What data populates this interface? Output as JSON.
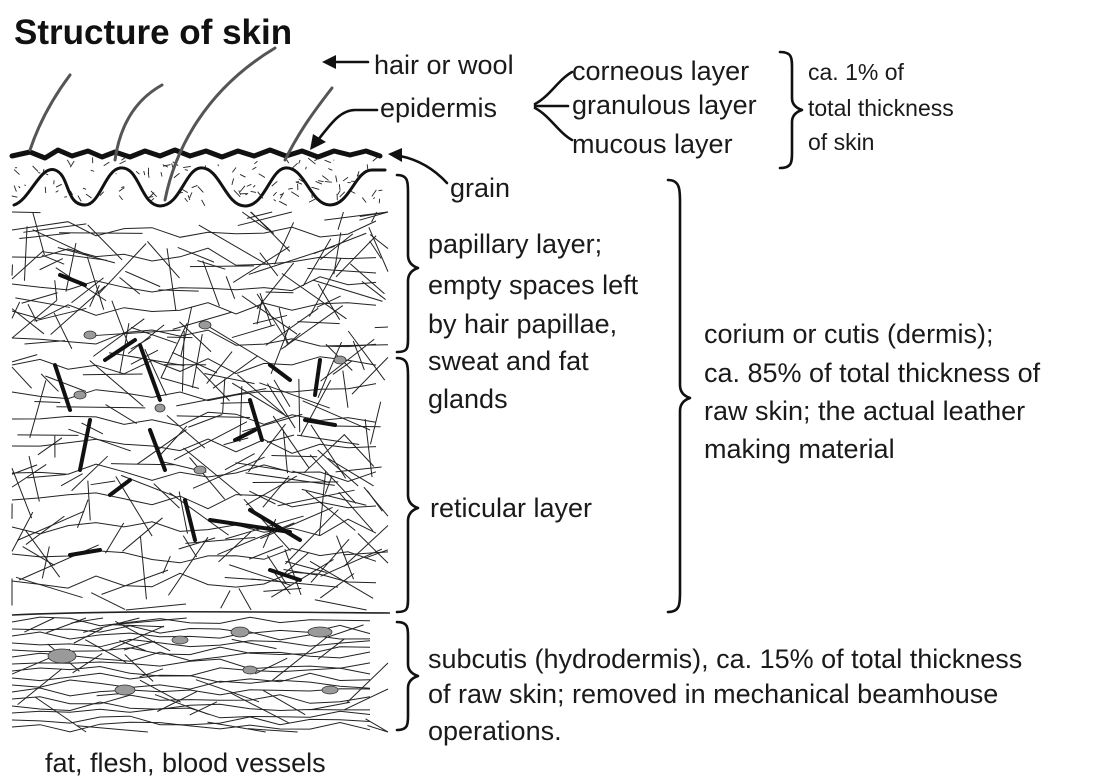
{
  "diagram": {
    "title": "Structure of skin",
    "labels": {
      "hair": "hair or wool",
      "epidermis": "epidermis",
      "corneous": "corneous layer",
      "granulous": "granulous layer",
      "mucous": "mucous layer",
      "epi_note_1": "ca. 1% of",
      "epi_note_2": "total thickness",
      "epi_note_3": "of skin",
      "grain": "grain",
      "papillary_1": "papillary layer;",
      "papillary_2": "empty spaces left",
      "papillary_3": "by hair papillae,",
      "papillary_4": "sweat and fat",
      "papillary_5": "glands",
      "reticular": "reticular layer",
      "corium_1": "corium or cutis (dermis);",
      "corium_2": "ca. 85% of total thickness of",
      "corium_3": "raw skin; the actual leather",
      "corium_4": "making material",
      "subcutis_1": "subcutis (hydrodermis), ca. 15% of total thickness",
      "subcutis_2": "of raw skin; removed in mechanical beamhouse",
      "subcutis_3": "operations.",
      "bottom": "fat, flesh, blood vessels"
    }
  }
}
